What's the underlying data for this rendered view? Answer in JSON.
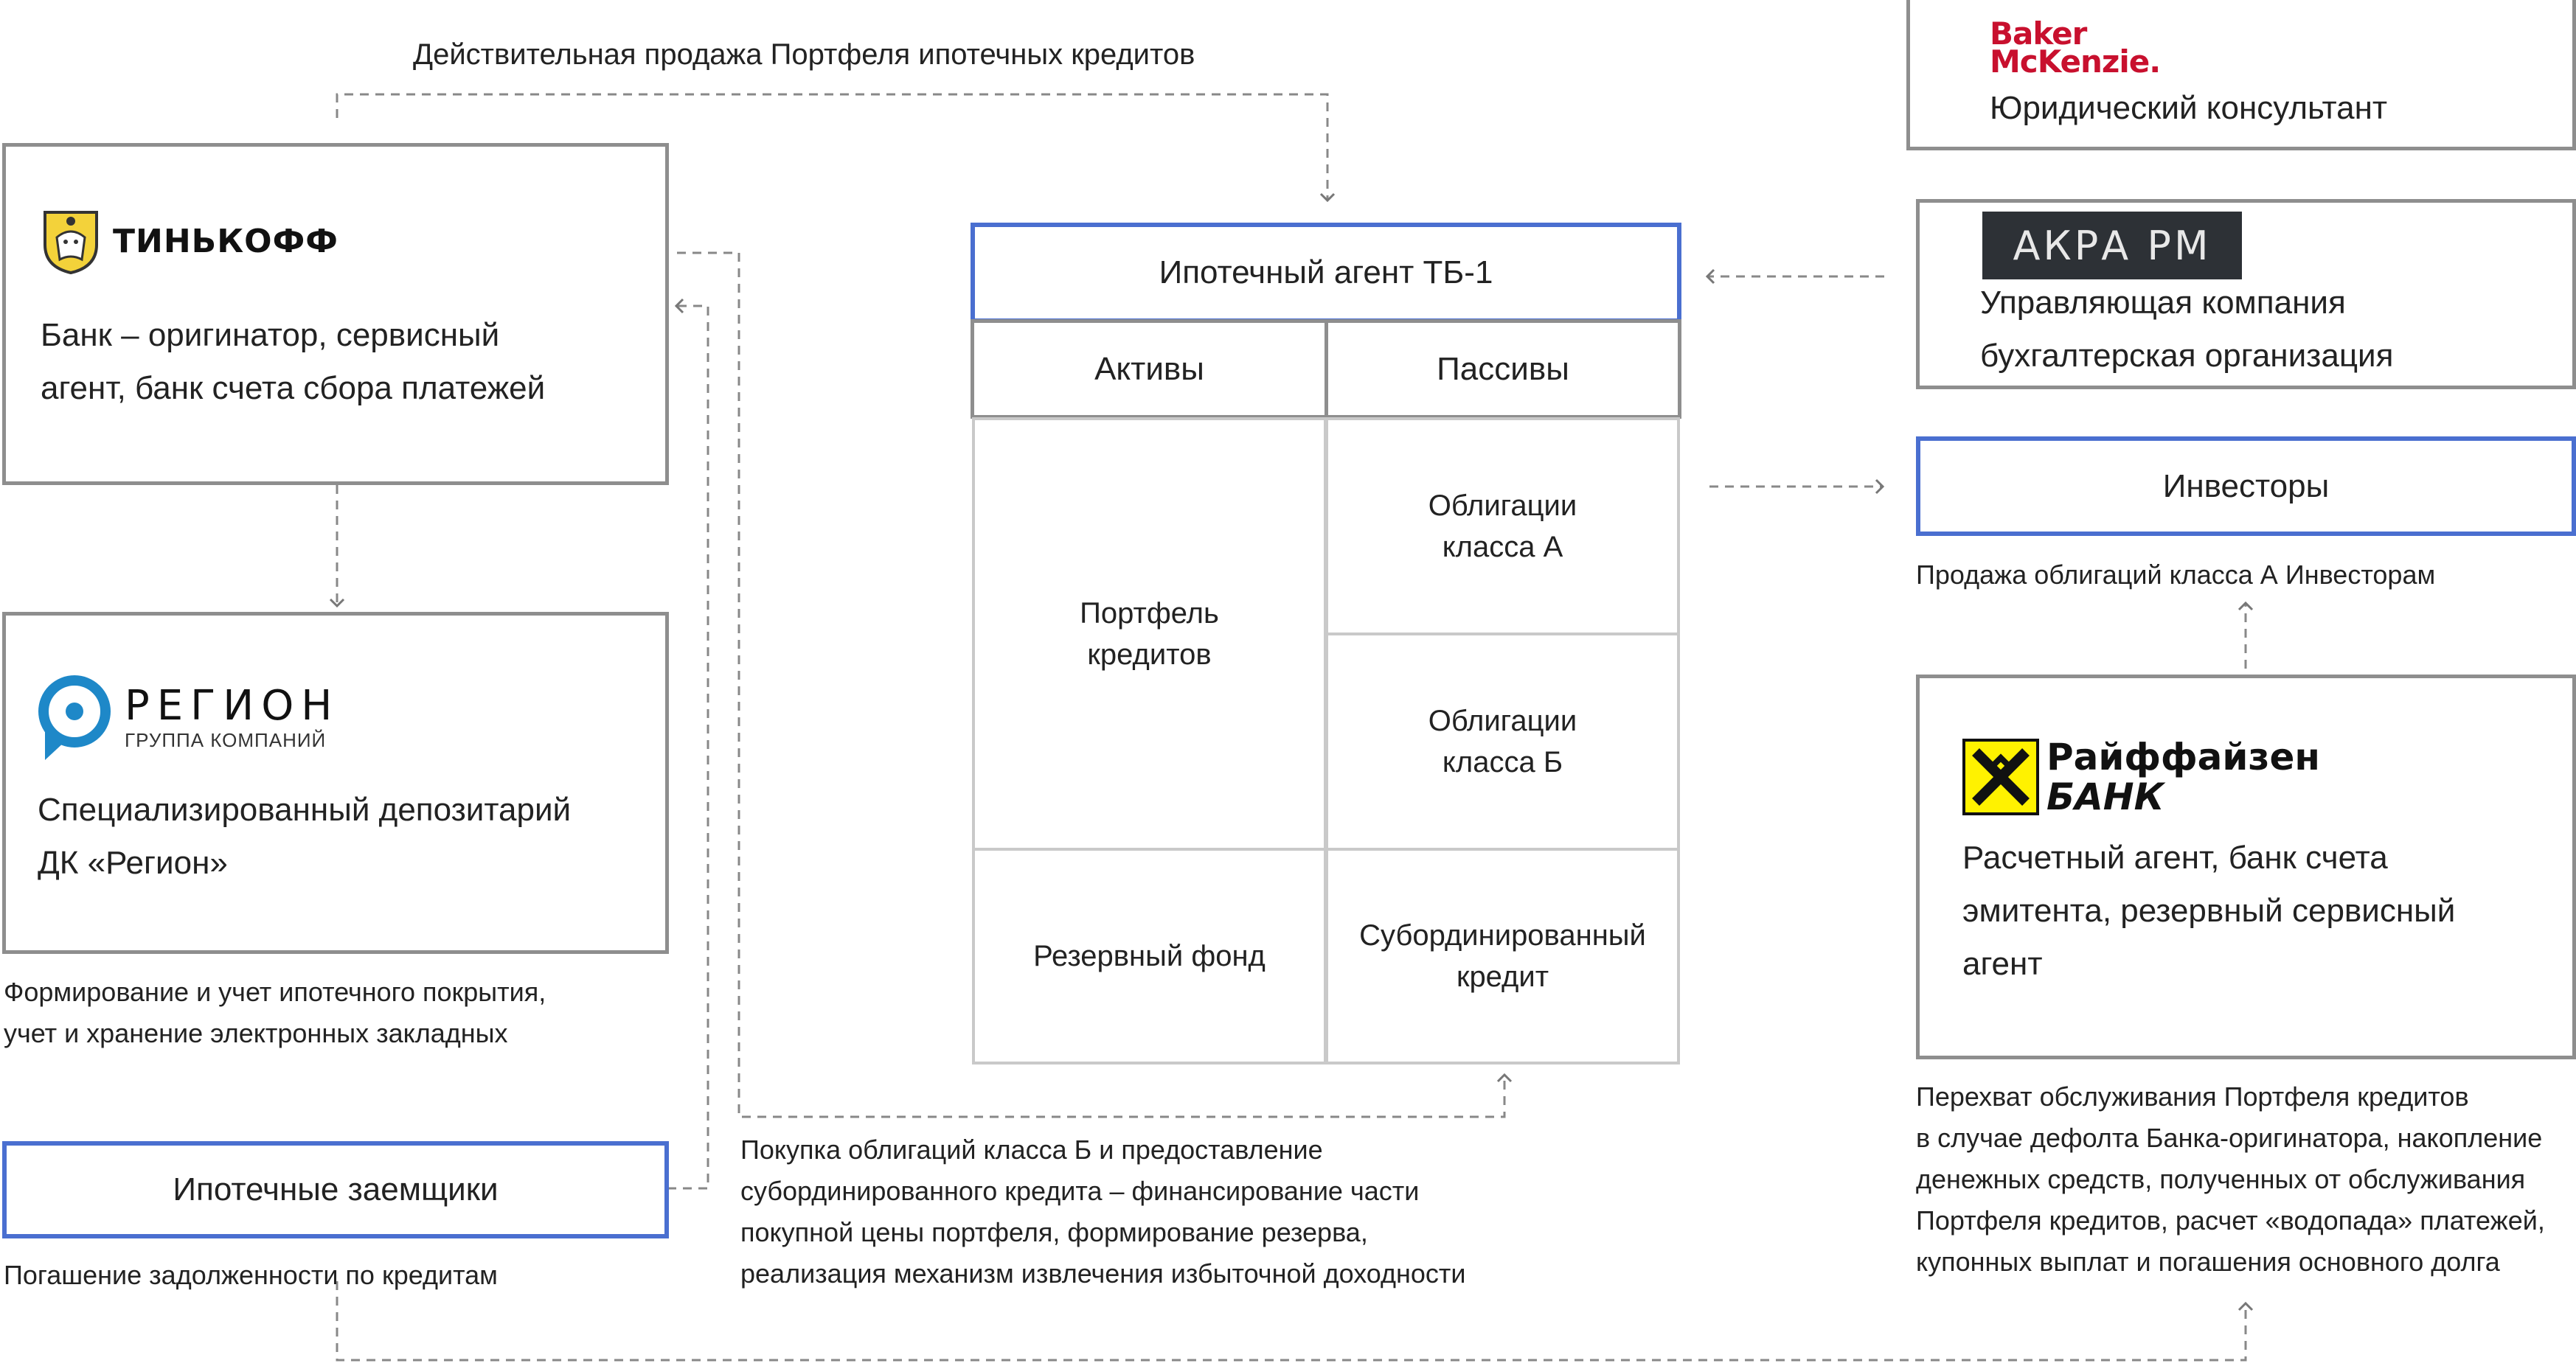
{
  "top_caption": "Действительная продажа Портфеля ипотечных кредитов",
  "tinkoff": {
    "logo_text": "ТИНЬКОФФ",
    "desc_line1": "Банк – оригинатор, сервисный",
    "desc_line2": "агент, банк счета сбора платежей"
  },
  "region": {
    "logo_text": "РЕГИОН",
    "logo_sub": "ГРУППА КОМПАНИЙ",
    "desc_line1": "Специализированный депозитарий",
    "desc_line2": "ДК «Регион»",
    "caption_line1": "Формирование и учет ипотечного покрытия,",
    "caption_line2": "учет и хранение электронных закладных"
  },
  "borrowers": {
    "label": "Ипотечные заемщики",
    "caption": "Погашение задолженности по кредитам"
  },
  "agent": {
    "title": "Ипотечный агент ТБ-1",
    "assets_header": "Активы",
    "liabilities_header": "Пассивы",
    "portfolio_line1": "Портфель",
    "portfolio_line2": "кредитов",
    "reserve": "Резервный фонд",
    "bonds_a_line1": "Облигации",
    "bonds_a_line2": "класса А",
    "bonds_b_line1": "Облигации",
    "bonds_b_line2": "класса Б",
    "sub_line1": "Субординированный",
    "sub_line2": "кредит"
  },
  "bottom_caption": {
    "line1": "Покупка облигаций класса Б и предоставление",
    "line2": "субординированного кредита – финансирование части",
    "line3": "покупной цены портфеля, формирование резерва,",
    "line4": "реализация механизм извлечения избыточной доходности"
  },
  "baker": {
    "logo_line1": "Baker",
    "logo_line2": "McKenzie.",
    "desc": "Юридический консультант",
    "logo_color": "#c8102e"
  },
  "akra": {
    "logo_text": "АКРА РМ",
    "desc_line1": "Управляющая компания",
    "desc_line2": "бухгалтерская организация"
  },
  "investors": {
    "label": "Инвесторы",
    "caption": "Продажа облигаций класса А Инвесторам"
  },
  "raiffeisen": {
    "logo_line1": "Райффайзен",
    "logo_line2": "БАНК",
    "desc_line1": "Расчетный агент, банк счета",
    "desc_line2": "эмитента, резервный сервисный",
    "desc_line3": "агент",
    "caption_line1": "Перехват обслуживания Портфеля кредитов",
    "caption_line2": "в случае дефолта Банка-оригинатора, накопление",
    "caption_line3": "денежных средств, полученных от обслуживания",
    "caption_line4": "Портфеля кредитов, расчет «водопада» платежей,",
    "caption_line5": "купонных выплат и погашения основного долга",
    "logo_color": "#fff200"
  },
  "colors": {
    "accent_blue": "#4a6fd0",
    "border_gray": "#8e8e8e",
    "line_gray": "#777777"
  }
}
